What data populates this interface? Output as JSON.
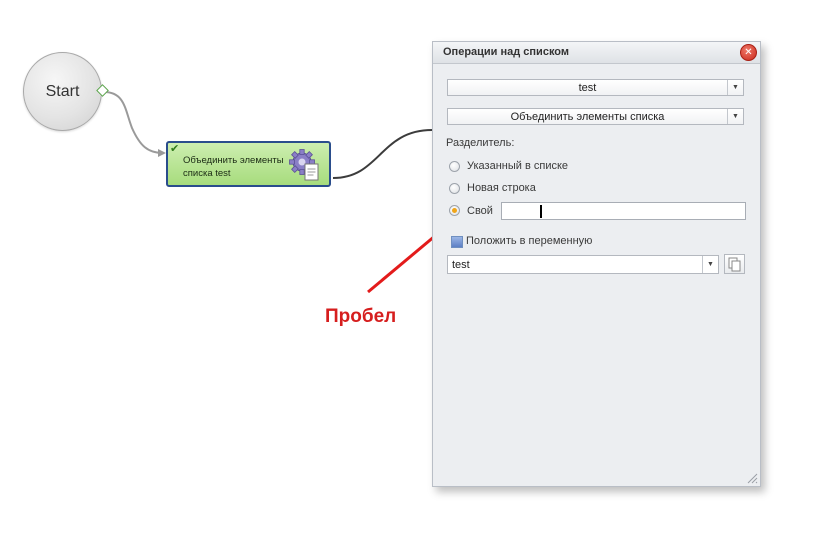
{
  "canvas": {
    "start_node_label": "Start",
    "action_node": {
      "label": "Объединить элементы списка test",
      "icons": [
        "checkmark-icon",
        "gear-document-icon"
      ]
    }
  },
  "panel": {
    "title": "Операции над списком",
    "list_select_value": "test",
    "operation_select_value": "Объединить элементы списка",
    "separator_label": "Разделитель:",
    "radio_options": [
      {
        "label": "Указанный в списке",
        "checked": false
      },
      {
        "label": "Новая строка",
        "checked": false
      },
      {
        "label": "Свой",
        "checked": true
      }
    ],
    "custom_separator_value": " ",
    "save_to_variable_label": "Положить в переменную",
    "save_to_variable_checked": true,
    "variable_value": "test"
  },
  "annotation": {
    "text": "Пробел",
    "color": "#d61e1e"
  },
  "colors": {
    "node_fill": "#a7dc7d",
    "node_border": "#2a4d8c",
    "radio_selected": "#f0a519",
    "close_button": "#c9281b"
  }
}
